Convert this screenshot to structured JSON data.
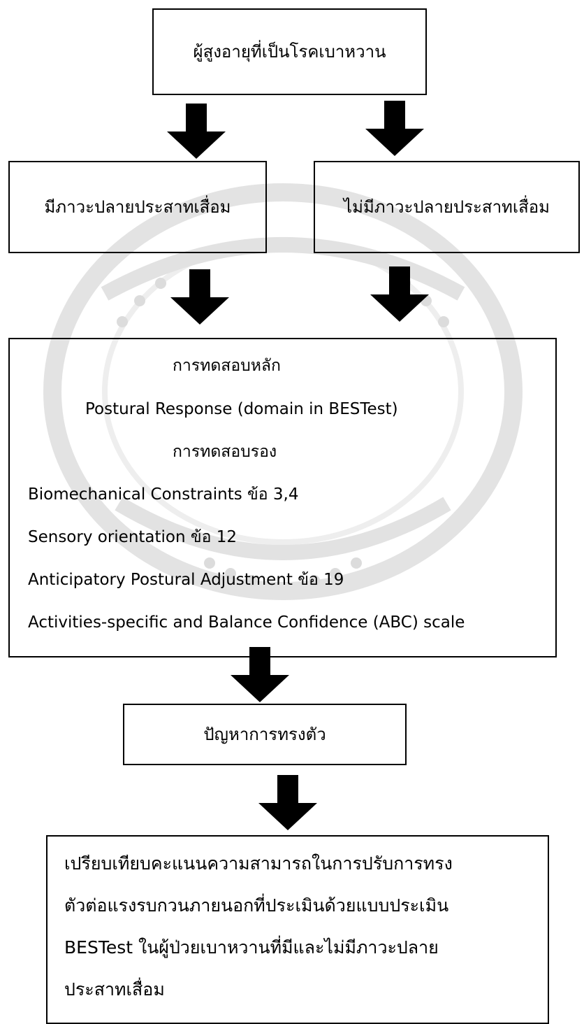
{
  "diagram": {
    "nodes": {
      "top": "ผู้สูงอายุที่เป็นโรคเบาหวาน",
      "left": "มีภาวะปลายประสาทเสื่อม",
      "right": "ไม่มีภาวะปลายประสาทเสื่อม",
      "main": {
        "primary_heading": "การทดสอบหลัก",
        "primary_item": "Postural Response (domain in BESTest)",
        "secondary_heading": "การทดสอบรอง",
        "secondary_items": [
          "Biomechanical Constraints ข้อ 3,4",
          "Sensory orientation ข้อ 12",
          "Anticipatory Postural Adjustment ข้อ 19",
          "Activities-specific and Balance Confidence (ABC) scale"
        ]
      },
      "problem": "ปัญหาการทรงตัว",
      "comparison_lines": [
        "เปรียบเทียบคะแนนความสามารถในการปรับการทรง",
        "ตัวต่อแรงรบกวนภายนอกที่ประเมินด้วยแบบประเมิน",
        "BESTest ในผู้ป่วยเบาหวานที่มีและไม่มีภาวะปลาย",
        "ประสาทเสื่อม"
      ]
    },
    "colors": {
      "line": "#000000",
      "watermark": "#d9d9d9",
      "background": "#ffffff"
    }
  }
}
